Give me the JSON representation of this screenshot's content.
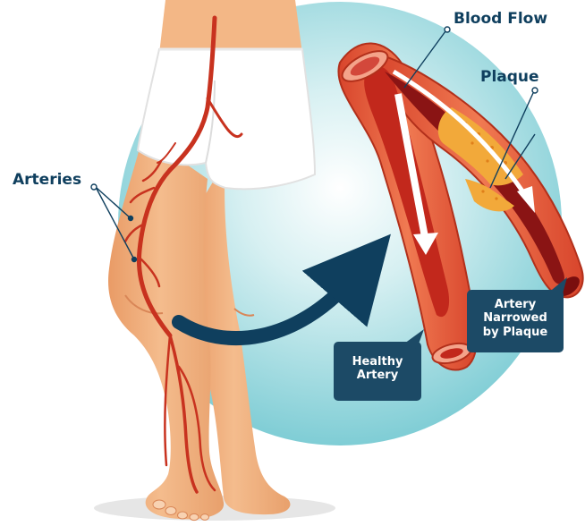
{
  "labels": {
    "blood_flow": "Blood Flow",
    "plaque": "Plaque",
    "arteries": "Arteries",
    "healthy_artery": "Healthy\nArtery",
    "narrowed_artery": "Artery\nNarrowed\nby Plaque"
  },
  "colors": {
    "label_text": "#0f3f5e",
    "callout_box": "#1c4a66",
    "circle_teal": "#7fcdd5",
    "skin": "#f2b383",
    "artery_red": "#c8321f",
    "plaque_yellow": "#f2a93a",
    "arrow_navy": "#0f3f5e"
  }
}
